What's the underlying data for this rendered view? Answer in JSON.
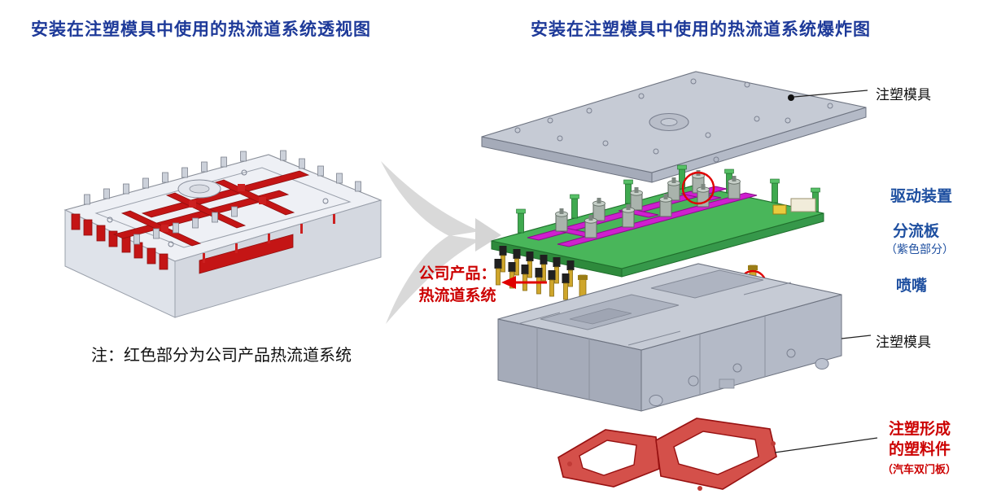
{
  "titles": {
    "left": "安装在注塑模具中使用的热流道系统透视图",
    "right": "安装在注塑模具中使用的热流道系统爆炸图"
  },
  "left_panel": {
    "note": "注：红色部分为公司产品热流道系统"
  },
  "callout": {
    "line1": "公司产品：",
    "line2": "热流道系统"
  },
  "labels": {
    "mold_top": "注塑模具",
    "drive": "驱动装置",
    "manifold": "分流板",
    "manifold_sub": "（紫色部分）",
    "nozzle": "喷嘴",
    "mold_bottom": "注塑模具",
    "part_line1": "注塑形成",
    "part_line2": "的塑料件",
    "part_sub": "（汽车双门板）"
  },
  "colors": {
    "title_blue": "#1e3a99",
    "label_blue": "#1e4fa0",
    "red": "#cc0000",
    "mold_gray": "#c6cbd5",
    "manifold_green": "#49b65a",
    "manifold_purple": "#cf1fcf",
    "nozzle_gold": "#cfa62b"
  }
}
